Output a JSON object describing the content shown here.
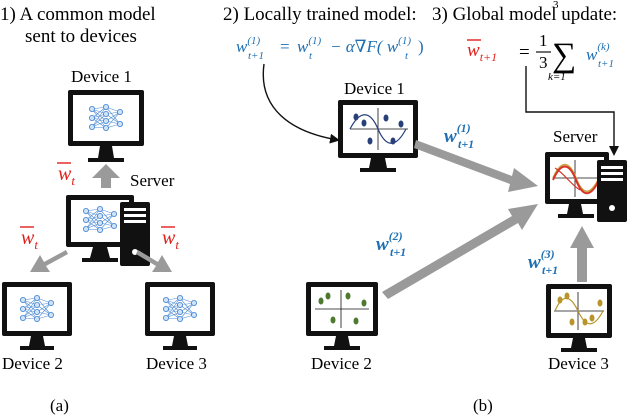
{
  "panel_a": {
    "heading_line1": "1) A common model",
    "heading_line2": "sent to devices",
    "server_label": "Server",
    "device1_label": "Device 1",
    "device2_label": "Device 2",
    "device3_label": "Device 3",
    "weight_symbol": "w",
    "weight_subscript": "t",
    "caption": "(a)"
  },
  "panel_b": {
    "heading_local": "2) Locally trained model:",
    "heading_global": "3) Global model update:",
    "local_update_equation": "w(1)t+1 = w(1)t − α∇F(w(1)t)",
    "global_update_equation": "w̄t+1 = 1/3 Σ(k=1..3) w(k)t+1",
    "eq": {
      "w": "w",
      "sub_t1": "t+1",
      "sub_t": "t",
      "sup_1": "(1)",
      "sup_k": "(k)",
      "equals": "=",
      "minus_alpha_grad": "− α∇F(",
      "close_paren": ")",
      "one": "1",
      "three": "3",
      "sum_sign": "∑",
      "sum_top": "3",
      "sum_bottom": "k=1"
    },
    "server_label": "Server",
    "device1_label": "Device 1",
    "device2_label": "Device 2",
    "device3_label": "Device 3",
    "weight_device1": {
      "w": "w",
      "sup": "(1)",
      "sub": "t+1"
    },
    "weight_device2": {
      "w": "w",
      "sup": "(2)",
      "sub": "t+1"
    },
    "weight_device3": {
      "w": "w",
      "sup": "(3)",
      "sub": "t+1"
    },
    "caption": "(b)"
  },
  "colors": {
    "text": "#111111",
    "weight_red": "#e0201c",
    "weight_blue": "#1f6fb2",
    "arrow_gray": "#9a9a9a",
    "monitor_black": "#111111",
    "nn_blue": "#3c7fd0",
    "dot_navy": "#27407a",
    "dot_green": "#4e7a2e",
    "dot_gold": "#b8952a",
    "curve_red": "#d8322a",
    "curve_gold": "#c9a23a"
  }
}
